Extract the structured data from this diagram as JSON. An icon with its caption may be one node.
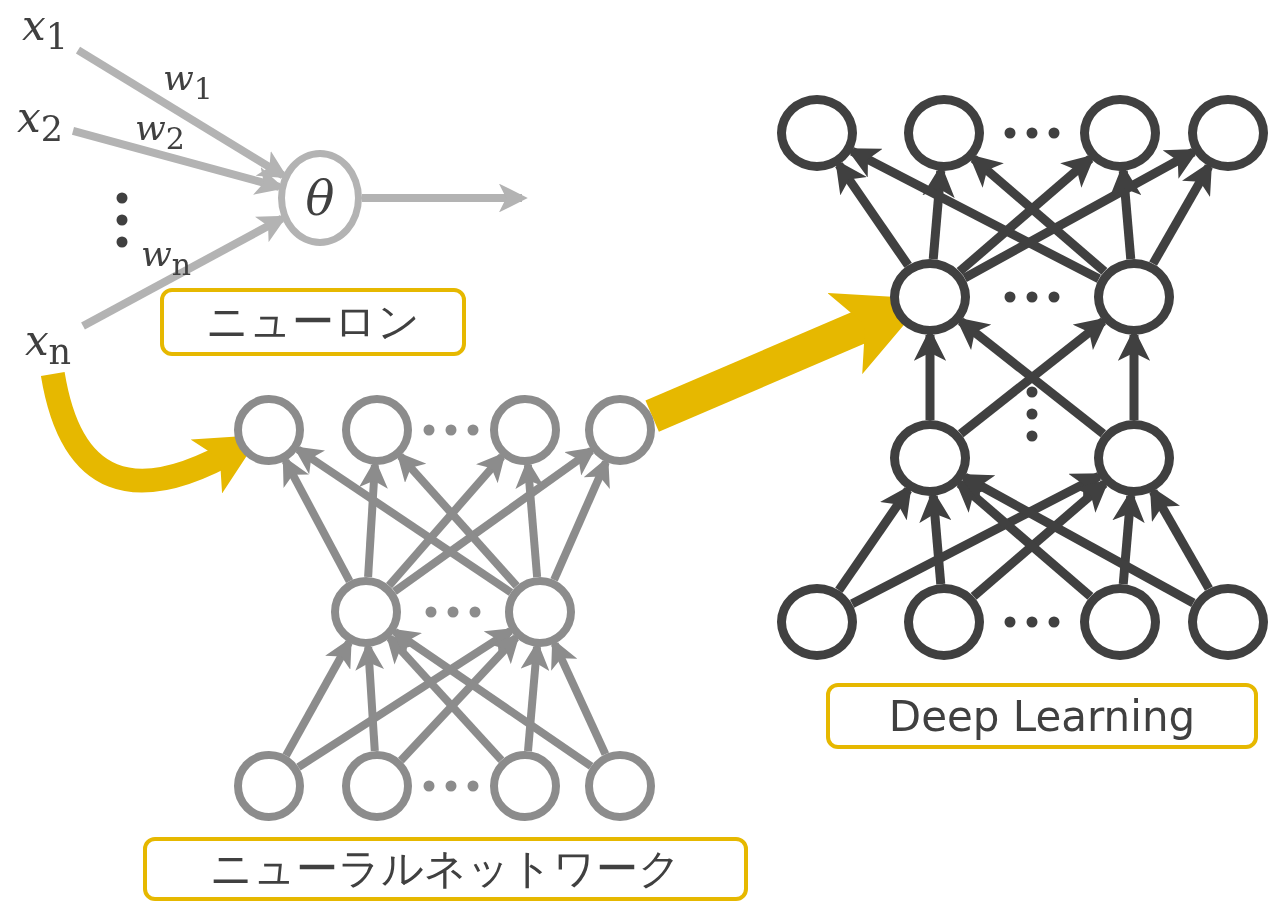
{
  "diagram": {
    "nodes": [
      {
        "text": [
          "*x*$_{1}$"
        ]
      },
      {
        "text": [
          "*x*$_{2}$"
        ]
      },
      {
        "text": [
          "*x*$_{n}$"
        ]
      },
      {
        "text": [
          "θ"
        ]
      },
      {
        "text": [
          "ニューロン"
        ]
      },
      {
        "text": [],
        "shape": "circle"
      },
      {
        "text": [],
        "shape": "circle"
      },
      {
        "text": [],
        "shape": "circle"
      },
      {
        "text": [],
        "shape": "circle"
      },
      {
        "text": [],
        "shape": "circle"
      },
      {
        "text": [],
        "shape": "circle"
      },
      {
        "text": [
          "ニューラルネットワーク"
        ]
      },
      {
        "text": [],
        "shape": "circle"
      },
      {
        "text": [],
        "shape": "circle"
      },
      {
        "text": [],
        "shape": "circle"
      },
      {
        "text": [],
        "shape": "circle"
      },
      {
        "text": [],
        "shape": "circle"
      },
      {
        "text": [],
        "shape": "circle"
      },
      {
        "text": [],
        "shape": "circle"
      },
      {
        "text": [],
        "shape": "circle"
      },
      {
        "text": [],
        "shape": "circle"
      },
      {
        "text": [],
        "shape": "circle"
      },
      {
        "text": [],
        "shape": "circle"
      },
      {
        "text": [],
        "shape": "circle"
      },
      {
        "text": [
          "Deep Learning"
        ]
      },
      {
        "text": [],
        "shape": "circle"
      },
      {
        "text": [],
        "shape": "circle"
      },
      {
        "text": [],
        "shape": "circle"
      },
      {
        "text": [],
        "shape": "circle"
      }
    ],
    "edges": [
      {
        "from": 0,
        "to": 3,
        "arrow": "to",
        "label": "*w*$_{1}$",
        "color": "#b3b3b3"
      },
      {
        "from": 1,
        "to": 3,
        "arrow": "to",
        "label": "*w*$_{2}$",
        "color": "#b3b3b3"
      },
      {
        "from": 2,
        "to": 3,
        "arrow": "to",
        "label": "*w*$_{n}$",
        "color": "#b3b3b3"
      },
      {
        "from": 3,
        "to": null,
        "arrow": "to",
        "color": "#b3b3b3"
      },
      {
        "from": 2,
        "to": 5,
        "arrow": "to",
        "style": "thick",
        "color": "#e6b800"
      },
      {
        "from": 8,
        "to": 20,
        "arrow": "to",
        "style": "thick",
        "color": "#e6b800"
      },
      {
        "from": 9,
        "to": 5,
        "arrow": "to",
        "color": "#8c8c8c"
      },
      {
        "from": 9,
        "to": 6,
        "arrow": "to",
        "color": "#8c8c8c"
      },
      {
        "from": 9,
        "to": 7,
        "arrow": "to",
        "color": "#8c8c8c"
      },
      {
        "from": 9,
        "to": 8,
        "arrow": "to",
        "color": "#8c8c8c"
      },
      {
        "from": 10,
        "to": 5,
        "arrow": "to",
        "color": "#8c8c8c"
      },
      {
        "from": 10,
        "to": 6,
        "arrow": "to",
        "color": "#8c8c8c"
      },
      {
        "from": 10,
        "to": 7,
        "arrow": "to",
        "color": "#8c8c8c"
      },
      {
        "from": 10,
        "to": 8,
        "arrow": "to",
        "color": "#8c8c8c"
      },
      {
        "from": 12,
        "to": 9,
        "arrow": "to",
        "color": "#8c8c8c"
      },
      {
        "from": 12,
        "to": 10,
        "arrow": "to",
        "color": "#8c8c8c"
      },
      {
        "from": 13,
        "to": 9,
        "arrow": "to",
        "color": "#8c8c8c"
      },
      {
        "from": 13,
        "to": 10,
        "arrow": "to",
        "color": "#8c8c8c"
      },
      {
        "from": 14,
        "to": 9,
        "arrow": "to",
        "color": "#8c8c8c"
      },
      {
        "from": 14,
        "to": 10,
        "arrow": "to",
        "color": "#8c8c8c"
      },
      {
        "from": 15,
        "to": 9,
        "arrow": "to",
        "color": "#8c8c8c"
      },
      {
        "from": 15,
        "to": 10,
        "arrow": "to",
        "color": "#8c8c8c"
      },
      {
        "from": 20,
        "to": 16,
        "arrow": "to"
      },
      {
        "from": 20,
        "to": 17,
        "arrow": "to"
      },
      {
        "from": 20,
        "to": 18,
        "arrow": "to"
      },
      {
        "from": 20,
        "to": 19,
        "arrow": "to"
      },
      {
        "from": 21,
        "to": 16,
        "arrow": "to"
      },
      {
        "from": 21,
        "to": 17,
        "arrow": "to"
      },
      {
        "from": 21,
        "to": 18,
        "arrow": "to"
      },
      {
        "from": 21,
        "to": 19,
        "arrow": "to"
      },
      {
        "from": 22,
        "to": 20,
        "arrow": "to"
      },
      {
        "from": 22,
        "to": 21,
        "arrow": "to"
      },
      {
        "from": 23,
        "to": 20,
        "arrow": "to"
      },
      {
        "from": 23,
        "to": 21,
        "arrow": "to"
      },
      {
        "from": 25,
        "to": 22,
        "arrow": "to"
      },
      {
        "from": 25,
        "to": 23,
        "arrow": "to"
      },
      {
        "from": 26,
        "to": 22,
        "arrow": "to"
      },
      {
        "from": 26,
        "to": 23,
        "arrow": "to"
      },
      {
        "from": 27,
        "to": 22,
        "arrow": "to"
      },
      {
        "from": 27,
        "to": 23,
        "arrow": "to"
      },
      {
        "from": 28,
        "to": 22,
        "arrow": "to"
      },
      {
        "from": 28,
        "to": 23,
        "arrow": "to"
      }
    ]
  }
}
